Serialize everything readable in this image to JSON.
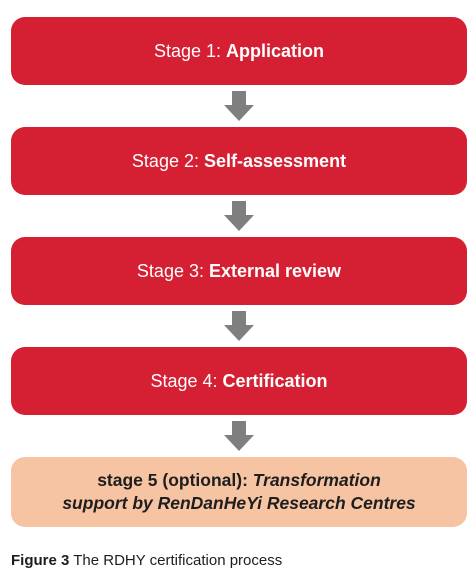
{
  "stages": [
    {
      "prefix": "Stage 1: ",
      "name": "Application"
    },
    {
      "prefix": "Stage 2: ",
      "name": "Self-assessment"
    },
    {
      "prefix": "Stage 3: ",
      "name": "External review"
    },
    {
      "prefix": "Stage 4: ",
      "name": "Certification"
    }
  ],
  "optional_stage": {
    "prefix": "stage 5 (optional): ",
    "name_line1": "Transformation",
    "name_line2": "support by RenDanHeYi Research Centres"
  },
  "caption": {
    "figure": "Figure 3",
    "text": " The RDHY certification process"
  },
  "colors": {
    "stage_fill": "#d51f33",
    "optional_fill": "#f6c3a3",
    "arrow": "#7f7f7f"
  },
  "icons": {
    "connector": "arrow-down-icon"
  }
}
